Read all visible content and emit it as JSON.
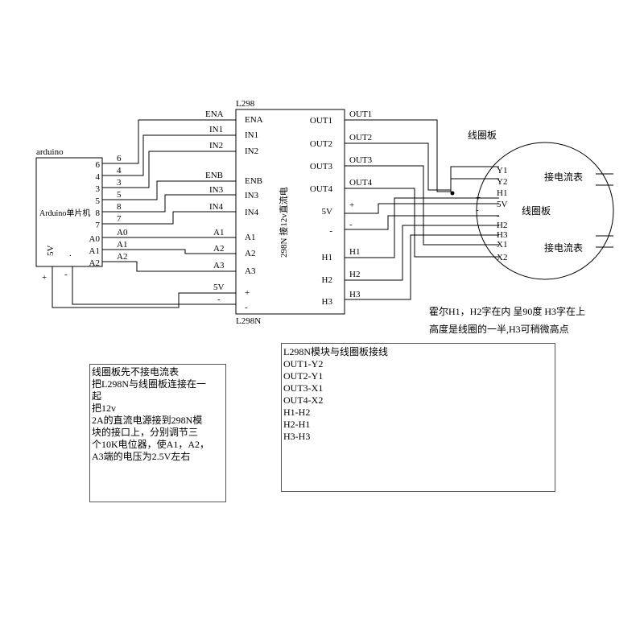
{
  "arduino": {
    "caption": "arduino",
    "chip_label": "Arduino单片机",
    "pins": [
      "6",
      "4",
      "3",
      "5",
      "8",
      "7",
      "A0",
      "A1",
      "A2"
    ],
    "power_label": "5V",
    "plus": "+",
    "dot": "."
  },
  "l298": {
    "top_label": "L298",
    "bottom_label": "L298N",
    "vertical_label": "298N 接12v直流电",
    "left_pins": [
      "ENA",
      "IN1",
      "IN2",
      "ENB",
      "IN3",
      "IN4",
      "A1",
      "A2",
      "A3",
      "+",
      "-"
    ],
    "right_pins": [
      "OUT1",
      "OUT2",
      "OUT3",
      "OUT4",
      "5V",
      "-",
      "H1",
      "H2",
      "H3"
    ]
  },
  "wires": {
    "left": [
      "6",
      "4",
      "3",
      "5",
      "8",
      "7",
      "A0",
      "A1",
      "A2"
    ],
    "mid": [
      "ENA",
      "IN1",
      "IN2",
      "ENB",
      "IN3",
      "IN4",
      "A1",
      "A2",
      "A3",
      "5V"
    ],
    "right": [
      "OUT1",
      "OUT2",
      "OUT3",
      "OUT4",
      "H1",
      "H2",
      "H3"
    ],
    "plus": "+",
    "minus": "-"
  },
  "coil": {
    "title": "线圈板",
    "center_label": "线圈板",
    "pins": [
      "Y1",
      "Y2",
      "H1",
      "5V",
      "-",
      "H2",
      "H3",
      "X1",
      "X2"
    ],
    "ammeter_top": "接电流表",
    "ammeter_bottom": "接电流表",
    "plus": "+",
    "minus": "-"
  },
  "hall_note": {
    "line1": "霍尔H1，H2字在内 呈90度 H3字在上",
    "line2": "高度是线圈的一半,H3可稍微高点"
  },
  "note_left": {
    "lines": [
      "线圈板先不接电流表",
      "",
      "把L298N与线圈板连接在一",
      "起",
      "把12v",
      "2A的直流电源接到298N模",
      "块的接口上，分别调节三",
      "个10K电位器，使A1，A2，",
      "A3端的电压为2.5V左右"
    ]
  },
  "note_right": {
    "title": "L298N模块与线圈板接线",
    "lines": [
      "",
      "OUT1-Y2",
      "OUT2-Y1",
      "OUT3-X1",
      "OUT4-X2",
      "H1-H2",
      "H2-H1",
      "H3-H3"
    ]
  }
}
